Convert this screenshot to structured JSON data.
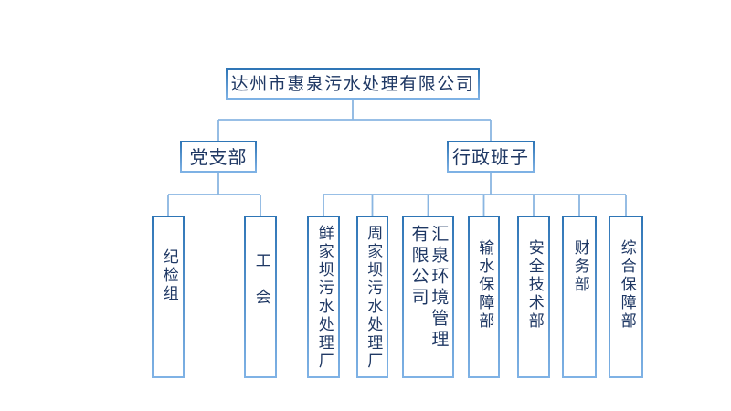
{
  "org_chart": {
    "root": {
      "label": "达州市惠泉污水处理有限公司"
    },
    "branches": [
      {
        "label": "党支部",
        "children": [
          {
            "label": "纪检组"
          },
          {
            "label": "工　会"
          }
        ]
      },
      {
        "label": "行政班子",
        "children": [
          {
            "label": "鲜家坝污水处理厂"
          },
          {
            "label": "周家坝污水处理厂"
          },
          {
            "label": "汇泉环境管理\n有限公司"
          },
          {
            "label": "输水保障部"
          },
          {
            "label": "安全技术部"
          },
          {
            "label": "财务部"
          },
          {
            "label": "综合保障部"
          }
        ]
      }
    ],
    "colors": {
      "text": "#1f3864",
      "box_border": "#2e75b6",
      "box_border_light": "#7fb2e5",
      "connector": "#8ab6e2",
      "background": "#ffffff"
    }
  }
}
